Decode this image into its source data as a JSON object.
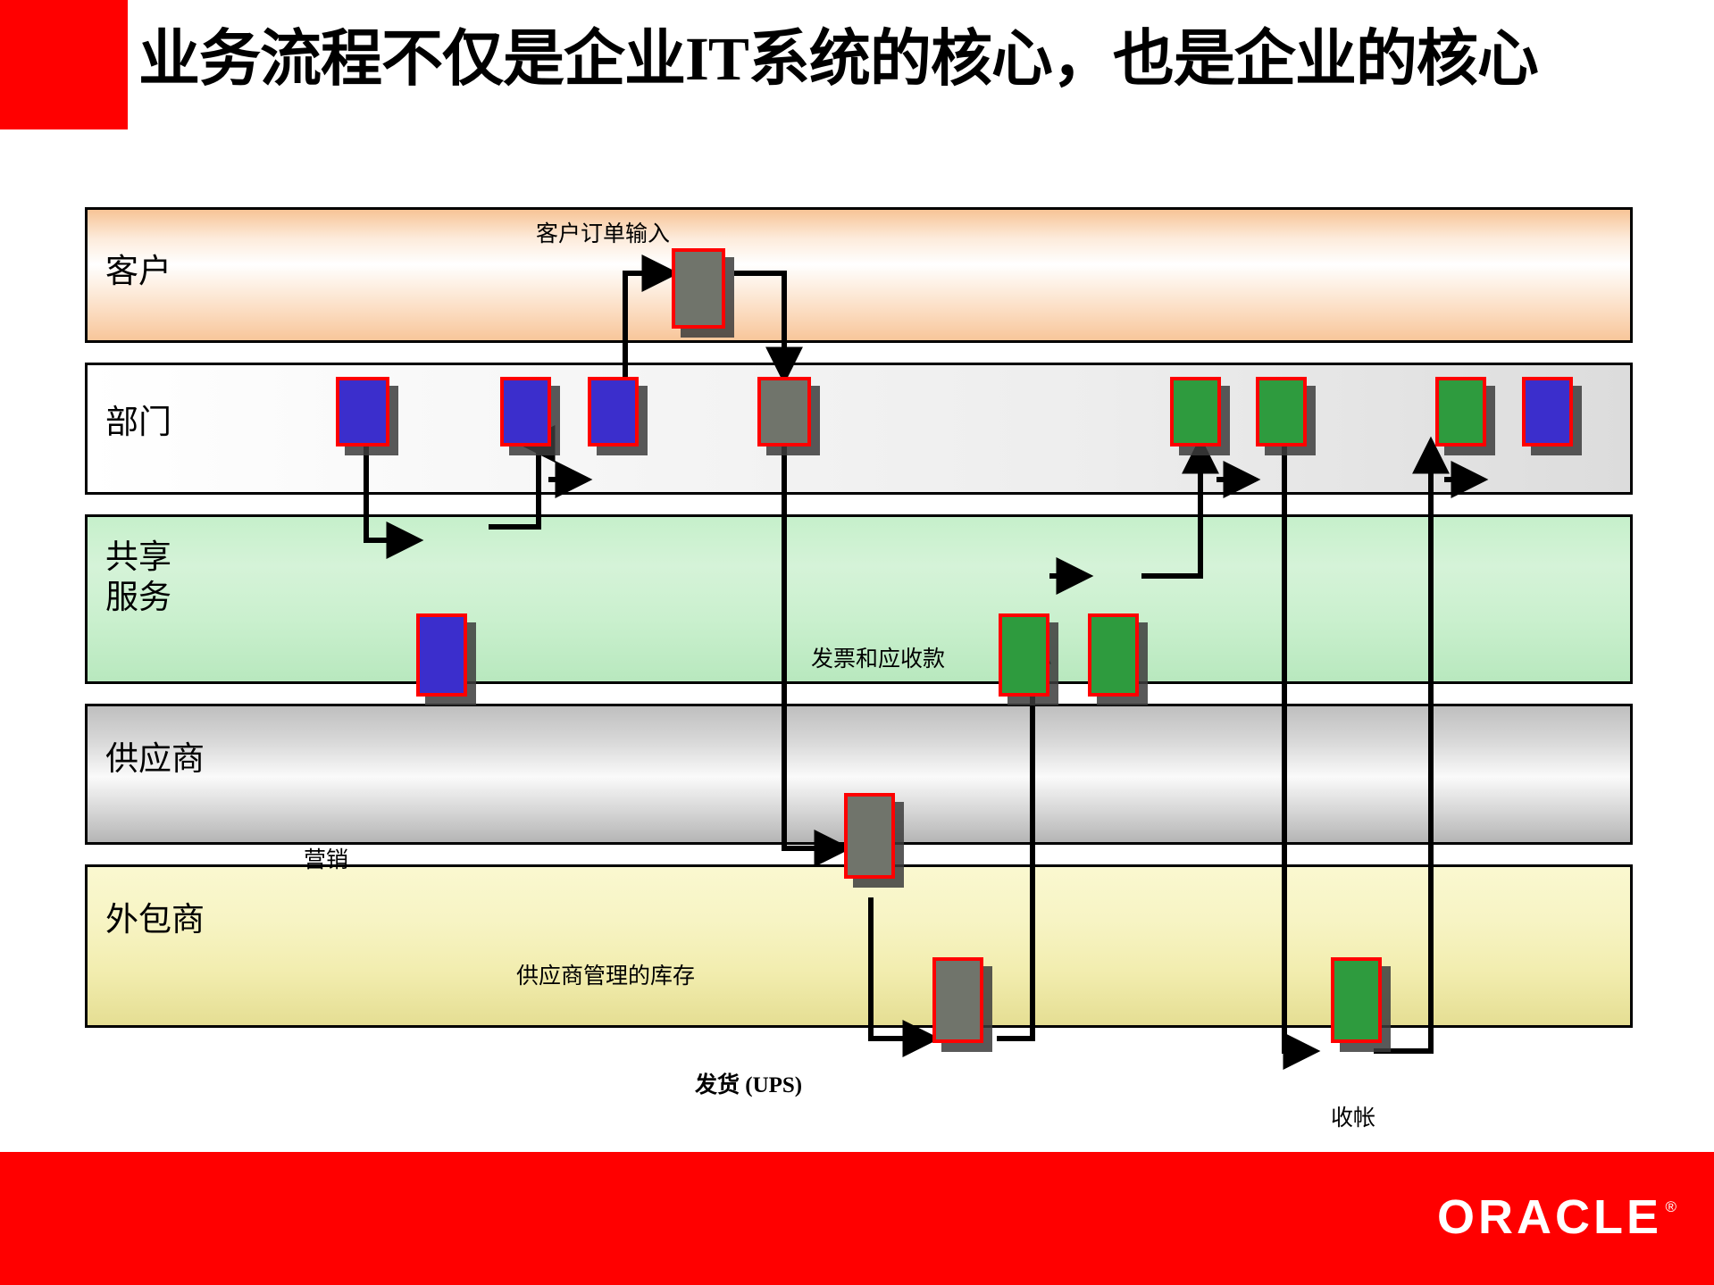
{
  "header": {
    "title": "业务流程不仅是企业IT系统的核心，也是企业的核心",
    "accent_color": "#FF0000"
  },
  "footer": {
    "brand": "ORACLE",
    "trademark": "®",
    "background_color": "#FF0000"
  },
  "diagram": {
    "type": "swimlane-process-flow",
    "lanes": [
      {
        "id": "customer",
        "label": "客户",
        "fill": "#F7C496",
        "label_color": "#000000"
      },
      {
        "id": "department",
        "label": "部门",
        "fill": "#EDEDED",
        "label_color": "#000000"
      },
      {
        "id": "shared",
        "label": "共享\n服务",
        "fill": "#C6F0CB",
        "label_color": "#000000"
      },
      {
        "id": "supplier",
        "label": "供应商",
        "fill": "#D2D2D2",
        "label_color": "#000000"
      },
      {
        "id": "outsourcer",
        "label": "外包商",
        "fill": "#F2EDAF",
        "label_color": "#000000"
      }
    ],
    "annotations": [
      {
        "id": "customer-order-entry",
        "text": "客户订单输入",
        "lane": "customer",
        "bold": false
      },
      {
        "id": "marketing",
        "text": "营销",
        "lane": "shared",
        "bold": false
      },
      {
        "id": "invoice-receivable",
        "text": "发票和应收款",
        "lane": "shared",
        "bold": false
      },
      {
        "id": "vendor-managed-inv",
        "text": "供应商管理的库存",
        "lane": "supplier",
        "bold": false
      },
      {
        "id": "shipping-ups",
        "text": "发货 (UPS)",
        "lane": "outsourcer",
        "bold": true
      },
      {
        "id": "collections",
        "text": "收帐",
        "lane": "outsourcer",
        "bold": false
      }
    ],
    "box_colors": {
      "blue": "#3B2ECC",
      "green": "#2E9B3E",
      "gray": "#70746B",
      "border": "#FF0000",
      "shadow": "#3C3C3C"
    },
    "steps": [
      {
        "id": "step-customer-order",
        "lane": "customer",
        "color": "gray"
      },
      {
        "id": "step-dept-1",
        "lane": "department",
        "color": "blue"
      },
      {
        "id": "step-dept-2",
        "lane": "department",
        "color": "blue"
      },
      {
        "id": "step-dept-3",
        "lane": "department",
        "color": "blue"
      },
      {
        "id": "step-dept-4",
        "lane": "department",
        "color": "gray"
      },
      {
        "id": "step-dept-5",
        "lane": "department",
        "color": "green"
      },
      {
        "id": "step-dept-6",
        "lane": "department",
        "color": "green"
      },
      {
        "id": "step-dept-7",
        "lane": "department",
        "color": "green"
      },
      {
        "id": "step-dept-8",
        "lane": "department",
        "color": "blue"
      },
      {
        "id": "step-shared-marketing",
        "lane": "shared",
        "color": "blue"
      },
      {
        "id": "step-shared-invoice-1",
        "lane": "shared",
        "color": "green"
      },
      {
        "id": "step-shared-invoice-2",
        "lane": "shared",
        "color": "green"
      },
      {
        "id": "step-supplier-vmi",
        "lane": "supplier",
        "color": "gray"
      },
      {
        "id": "step-outsourcer-ship",
        "lane": "outsourcer",
        "color": "gray"
      },
      {
        "id": "step-outsourcer-collect",
        "lane": "outsourcer",
        "color": "green"
      }
    ]
  }
}
